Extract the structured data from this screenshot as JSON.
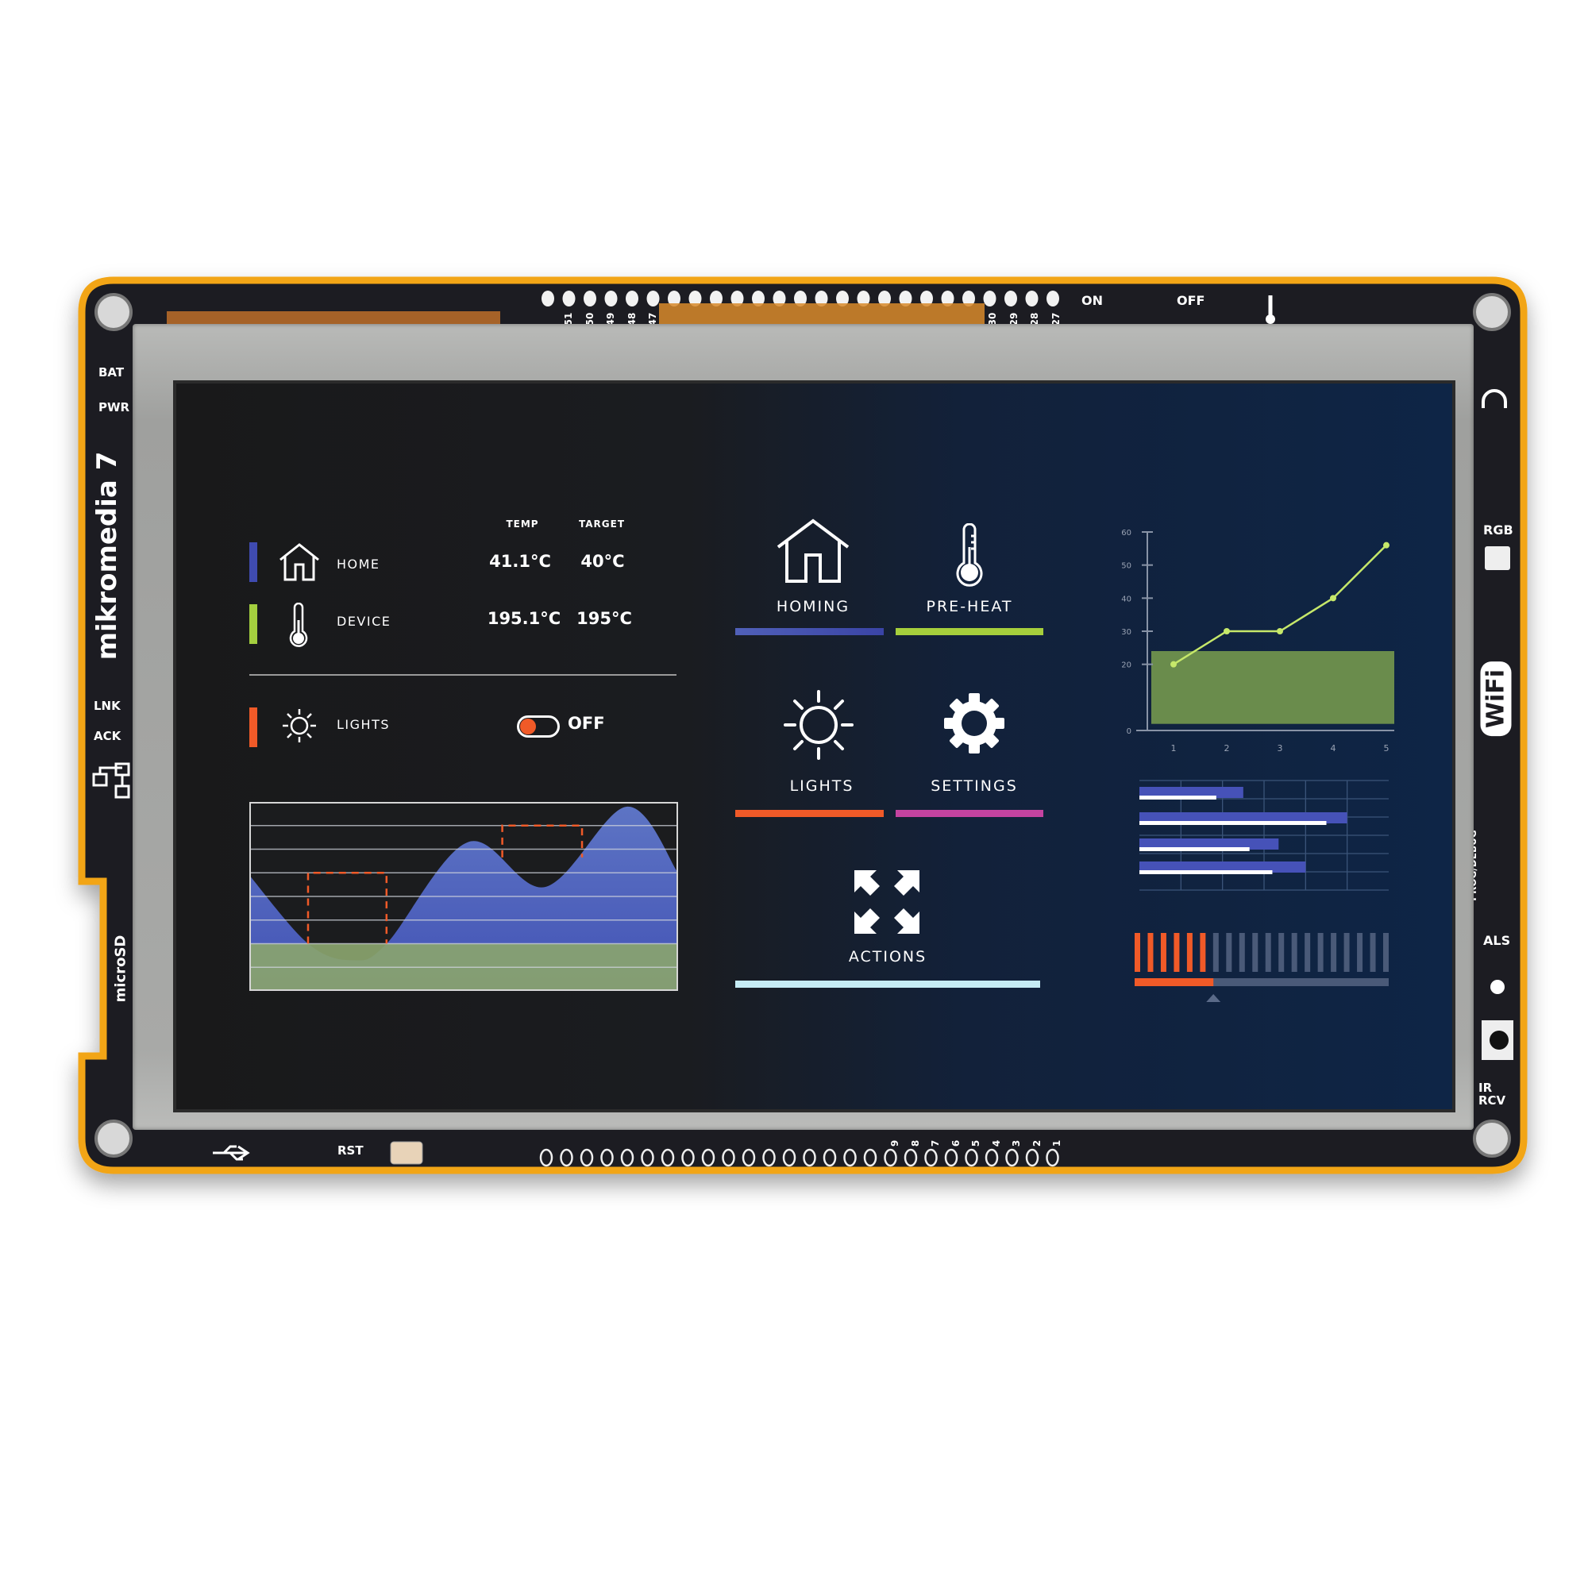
{
  "board": {
    "brand": "mikromedia 7",
    "leds": [
      "BAT",
      "PWR",
      "LNK",
      "ACK"
    ],
    "microsd_label": "microSD",
    "power_switch": {
      "on_label": "ON",
      "off_label": "OFF"
    },
    "rgb_label": "RGB",
    "wifi_label": "WiFi",
    "prog_label": "PROG/DEBUG",
    "als_label": "ALS",
    "ir_label": "IR RCV",
    "reset_label": "RST",
    "top_pin_labels": [
      "51",
      "50",
      "49",
      "48",
      "47",
      "30",
      "29",
      "28",
      "27"
    ],
    "bottom_pin_labels": [
      "9",
      "8",
      "7",
      "6",
      "5",
      "4",
      "3",
      "2",
      "1"
    ],
    "colors": {
      "pcb": "#1d1c21",
      "edge": "#f2a516"
    }
  },
  "status_panel": {
    "headers": {
      "temp": "TEMP",
      "target": "TARGET"
    },
    "rows": [
      {
        "label": "HOME",
        "icon": "house-icon",
        "temp": "41.1°C",
        "target": "40°C",
        "color": "#3f4bb0"
      },
      {
        "label": "DEVICE",
        "icon": "thermometer-icon",
        "temp": "195.1°C",
        "target": "195°C",
        "color": "#a4cf3f"
      }
    ],
    "lights": {
      "label": "LIGHTS",
      "icon": "sun-icon",
      "state": "OFF",
      "color": "#f05a28"
    }
  },
  "tiles": [
    {
      "label": "HOMING",
      "icon": "house-icon",
      "color": "#4450b0"
    },
    {
      "label": "PRE-HEAT",
      "icon": "thermometer-icon",
      "color": "#a6cf3c"
    },
    {
      "label": "LIGHTS",
      "icon": "sun-icon",
      "color": "#f05a28"
    },
    {
      "label": "SETTINGS",
      "icon": "gear-icon",
      "color": "#c443a0"
    },
    {
      "label": "ACTIONS",
      "icon": "expand-arrows-icon",
      "color": "#c6ecf5"
    }
  ],
  "chart_data": [
    {
      "type": "area",
      "grid": true,
      "ylim": [
        0,
        8
      ],
      "xlim": [
        0,
        100
      ],
      "series": {
        "x": [
          0,
          13.7,
          24,
          32,
          51,
          69,
          88,
          100
        ],
        "y": [
          4.9,
          2.0,
          1.3,
          2.0,
          6.3,
          4.4,
          7.8,
          5.0
        ],
        "color": "#4353b5"
      },
      "baseline_band": {
        "from": 0,
        "to": 2,
        "color": "#8aa46e"
      },
      "highlight_boxes": [
        {
          "x": [
            13.7,
            32
          ],
          "y": [
            2,
            5
          ],
          "color": "#f05a28"
        },
        {
          "x": [
            59,
            77.6
          ],
          "y": [
            5.65,
            7
          ],
          "color": "#f05a28"
        }
      ]
    },
    {
      "type": "line",
      "x": [
        1,
        2,
        3,
        4,
        5
      ],
      "y": [
        20,
        30,
        30,
        40,
        56
      ],
      "xticks": [
        "1",
        "2",
        "3",
        "4",
        "5"
      ],
      "yticks": [
        "0",
        "20",
        "30",
        "40",
        "50",
        "60"
      ],
      "ylim": [
        0,
        60
      ],
      "color": "#c6e86a",
      "band": {
        "from": 2,
        "to": 24,
        "color": "#6a8c4c"
      }
    },
    {
      "type": "bar",
      "orientation": "horizontal",
      "grid": true,
      "xlim": [
        0,
        6
      ],
      "series": [
        {
          "values": [
            2.5,
            5.0,
            3.35,
            4.0
          ],
          "color": "#4652b8"
        },
        {
          "values": [
            1.85,
            4.5,
            2.65,
            3.2
          ],
          "color": "#ffffff"
        }
      ]
    },
    {
      "type": "level-meter",
      "segments_total": 20,
      "segments_active": 6,
      "progress": 0.31,
      "active_color": "#f05a28",
      "inactive_color": "#4a5a78"
    }
  ]
}
